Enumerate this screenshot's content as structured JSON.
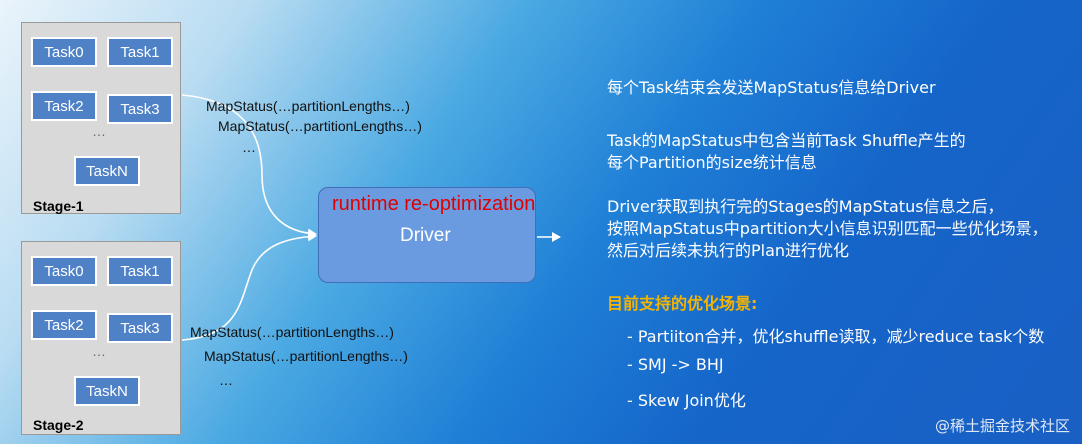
{
  "stage1": {
    "label": "Stage-1",
    "tasks": [
      "Task0",
      "Task1",
      "Task2",
      "Task3",
      "TaskN"
    ],
    "dots": "…"
  },
  "stage2": {
    "label": "Stage-2",
    "tasks": [
      "Task0",
      "Task1",
      "Task2",
      "Task3",
      "TaskN"
    ],
    "dots": "…"
  },
  "mapstatus_top": [
    "MapStatus(…partitionLengths…)",
    "MapStatus(…partitionLengths…)",
    "…"
  ],
  "mapstatus_bottom": [
    "MapStatus(…partitionLengths…)",
    "MapStatus(…partitionLengths…)",
    "…"
  ],
  "driver": {
    "runtime_label": "runtime re-optimization",
    "label": "Driver"
  },
  "notes": {
    "p1": "每个Task结束会发送MapStatus信息给Driver",
    "p2_line1": "Task的MapStatus中包含当前Task Shuffle产生的",
    "p2_line2": "每个Partition的size统计信息",
    "p3_line1": "Driver获取到执行完的Stages的MapStatus信息之后，",
    "p3_line2": "按照MapStatus中partition大小信息识别匹配一些优化场景，",
    "p3_line3": "然后对后续未执行的Plan进行优化",
    "heading": "目前支持的优化场景:",
    "items": [
      "- Partiiton合并，优化shuffle读取，减少reduce task个数",
      "- SMJ -> BHJ",
      "- Skew Join优化"
    ]
  },
  "watermark": "@稀土掘金技术社区",
  "colors": {
    "task": "#4f81c7",
    "driver": "#6a9be0",
    "runtime": "#e00000",
    "heading": "#f5b400"
  }
}
